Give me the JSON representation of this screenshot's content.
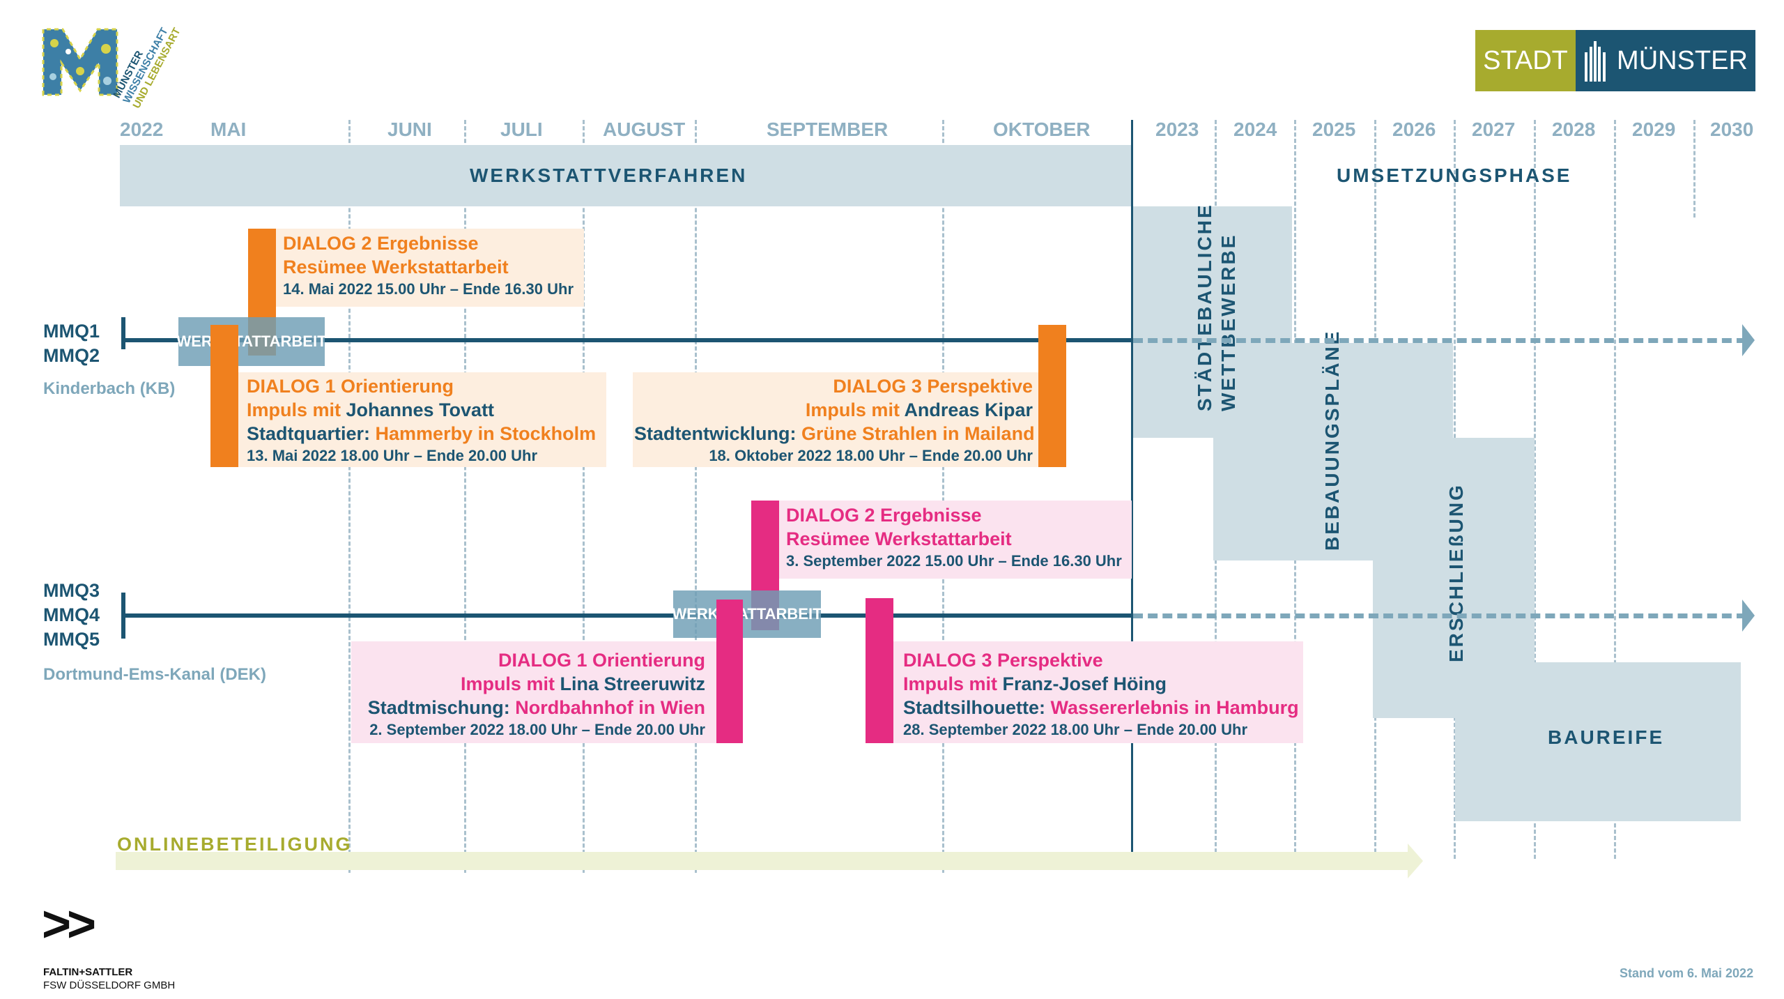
{
  "logo": {
    "line1": "MÜNSTER",
    "line2": "WISSENSCHAFT",
    "line3": "UND LEBENSART"
  },
  "brand": {
    "left": "STADT",
    "right": "MÜNSTER"
  },
  "headers": {
    "y2022": "2022",
    "mai": "MAI",
    "juni": "JUNI",
    "juli": "JULI",
    "august": "AUGUST",
    "september": "SEPTEMBER",
    "oktober": "OKTOBER",
    "y2023": "2023",
    "y2024": "2024",
    "y2025": "2025",
    "y2026": "2026",
    "y2027": "2027",
    "y2028": "2028",
    "y2029": "2029",
    "y2030": "2030"
  },
  "phases": {
    "werkstatt": "WERKSTATTVERFAHREN",
    "umsetzung": "UMSETZUNGSPHASE",
    "staedtebau_1": "STÄDTEBAULICHE",
    "staedtebau_2": "WETTBEWERBE",
    "bebauung": "BEBAUUNGSPLÄNE",
    "erschliessung": "ERSCHLIEßUNG",
    "baureife": "BAUREIFE"
  },
  "track1": {
    "labels": [
      "MMQ1",
      "MMQ2"
    ],
    "subtitle": "Kinderbach (KB)",
    "werkstattarbeit": "WERKSTATTARBEIT",
    "dialog2": {
      "title": "DIALOG 2 Ergebnisse",
      "subtitle": "Resümee Werkstattarbeit",
      "date": "14. Mai 2022 15.00 Uhr – Ende 16.30 Uhr"
    },
    "dialog1": {
      "title": "DIALOG 1 Orientierung",
      "impuls_label": "Impuls mit ",
      "impuls_name": "Johannes Tovatt",
      "topic_label": "Stadtquartier: ",
      "topic_name": "Hammerby in Stockholm",
      "date": "13. Mai 2022 18.00 Uhr – Ende 20.00 Uhr"
    },
    "dialog3": {
      "title": "DIALOG 3 Perspektive",
      "impuls_label": "Impuls mit ",
      "impuls_name": "Andreas Kipar",
      "topic_label": "Stadtentwicklung: ",
      "topic_name": "Grüne Strahlen in Mailand",
      "date": "18. Oktober 2022 18.00 Uhr – Ende 20.00 Uhr"
    }
  },
  "track2": {
    "labels": [
      "MMQ3",
      "MMQ4",
      "MMQ5"
    ],
    "subtitle": "Dortmund-Ems-Kanal (DEK)",
    "werkstattarbeit": "WERKSTATTARBEIT",
    "dialog2": {
      "title": "DIALOG 2 Ergebnisse",
      "subtitle": "Resümee Werkstattarbeit",
      "date": "3. September 2022 15.00 Uhr – Ende 16.30 Uhr"
    },
    "dialog1": {
      "title": "DIALOG 1 Orientierung",
      "impuls_label": "Impuls mit ",
      "impuls_name": "Lina Streeruwitz",
      "topic_label": "Stadtmischung: ",
      "topic_name": "Nordbahnhof in Wien",
      "date": "2. September 2022 18.00 Uhr – Ende 20.00 Uhr"
    },
    "dialog3": {
      "title": "DIALOG 3  Perspektive",
      "impuls_label": "Impuls mit ",
      "impuls_name": "Franz-Josef Höing",
      "topic_label": "Stadtsilhouette: ",
      "topic_name": "Wassererlebnis in Hamburg",
      "date": "28. September 2022 18.00 Uhr – Ende 20.00 Uhr"
    }
  },
  "online": "ONLINEBETEILIGUNG",
  "footer": {
    "arrows": ">>",
    "company": "FALTIN+SATTLER",
    "company_sub": "FSW DÜSSELDORF GMBH",
    "stand": "Stand vom 6. Mai 2022"
  },
  "colors": {
    "navy": "#1c5572",
    "orange": "#f0801e",
    "pink": "#e52c82",
    "light_blue": "#cfdee4",
    "olive": "#a7ab2e",
    "online_bar": "#eef2d6"
  }
}
